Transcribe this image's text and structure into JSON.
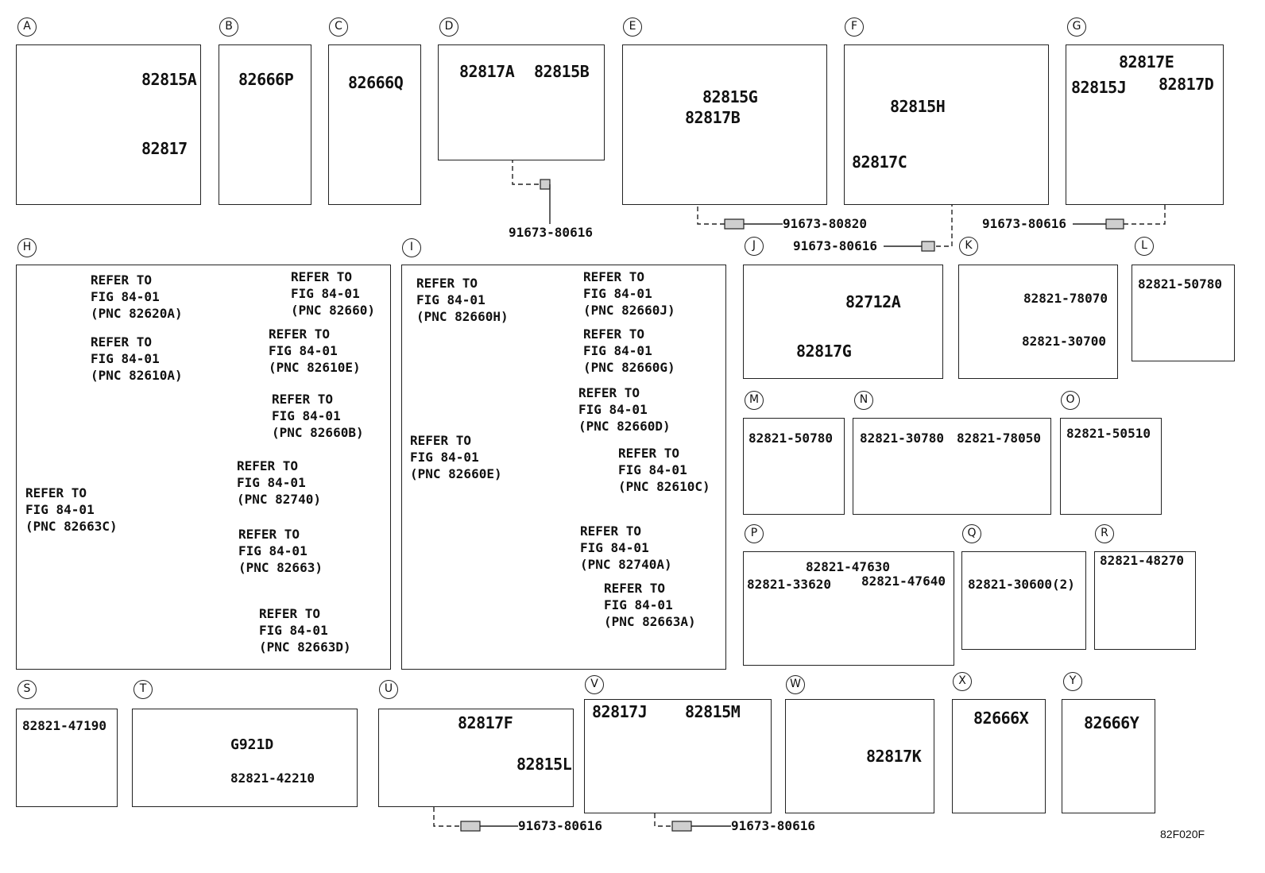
{
  "diagram_code": "82F020F",
  "sections": {
    "A": {
      "letter": "A",
      "parts": [
        "82815A",
        "82817"
      ]
    },
    "B": {
      "letter": "B",
      "parts": [
        "82666P"
      ]
    },
    "C": {
      "letter": "C",
      "parts": [
        "82666Q"
      ]
    },
    "D": {
      "letter": "D",
      "parts": [
        "82817A",
        "82815B"
      ],
      "bolt": "91673-80616"
    },
    "E": {
      "letter": "E",
      "parts": [
        "82815G",
        "82817B"
      ],
      "bolt": "91673-80820"
    },
    "F": {
      "letter": "F",
      "parts": [
        "82815H",
        "82817C"
      ],
      "bolt": "91673-80616"
    },
    "G": {
      "letter": "G",
      "parts": [
        "82817E",
        "82815J",
        "82817D"
      ],
      "bolt": "91673-80616"
    },
    "H": {
      "letter": "H",
      "refs": [
        "REFER TO\nFIG 84-01\n(PNC 82620A)",
        "REFER TO\nFIG 84-01\n(PNC 82660)",
        "REFER TO\nFIG 84-01\n(PNC 82610A)",
        "REFER TO\nFIG 84-01\n(PNC 82610E)",
        "REFER TO\nFIG 84-01\n(PNC 82660B)",
        "REFER TO\nFIG 84-01\n(PNC 82740)",
        "REFER TO\nFIG 84-01\n(PNC 82663C)",
        "REFER TO\nFIG 84-01\n(PNC 82663)",
        "REFER TO\nFIG 84-01\n(PNC 82663D)"
      ]
    },
    "I": {
      "letter": "I",
      "refs": [
        "REFER TO\nFIG 84-01\n(PNC 82660H)",
        "REFER TO\nFIG 84-01\n(PNC 82660J)",
        "REFER TO\nFIG 84-01\n(PNC 82660G)",
        "REFER TO\nFIG 84-01\n(PNC 82660D)",
        "REFER TO\nFIG 84-01\n(PNC 82660E)",
        "REFER TO\nFIG 84-01\n(PNC 82610C)",
        "REFER TO\nFIG 84-01\n(PNC 82740A)",
        "REFER TO\nFIG 84-01\n(PNC 82663A)"
      ]
    },
    "J": {
      "letter": "J",
      "parts": [
        "82712A",
        "82817G"
      ]
    },
    "K": {
      "letter": "K",
      "parts": [
        "82821-78070",
        "82821-30700"
      ]
    },
    "L": {
      "letter": "L",
      "parts": [
        "82821-50780"
      ]
    },
    "M": {
      "letter": "M",
      "parts": [
        "82821-50780"
      ]
    },
    "N": {
      "letter": "N",
      "parts": [
        "82821-30780",
        "82821-78050"
      ]
    },
    "O": {
      "letter": "O",
      "parts": [
        "82821-50510"
      ]
    },
    "P": {
      "letter": "P",
      "parts": [
        "82821-47630",
        "82821-33620",
        "82821-47640"
      ]
    },
    "Q": {
      "letter": "Q",
      "parts": [
        "82821-30600(2)"
      ]
    },
    "R": {
      "letter": "R",
      "parts": [
        "82821-48270"
      ]
    },
    "S": {
      "letter": "S",
      "parts": [
        "82821-47190"
      ]
    },
    "T": {
      "letter": "T",
      "parts": [
        "G921D",
        "82821-42210"
      ]
    },
    "U": {
      "letter": "U",
      "parts": [
        "82817F",
        "82815L"
      ],
      "bolt": "91673-80616"
    },
    "V": {
      "letter": "V",
      "parts": [
        "82817J",
        "82815M"
      ],
      "bolt": "91673-80616"
    },
    "W": {
      "letter": "W",
      "parts": [
        "82817K"
      ]
    },
    "X": {
      "letter": "X",
      "parts": [
        "82666X"
      ]
    },
    "Y": {
      "letter": "Y",
      "parts": [
        "82666Y"
      ]
    }
  }
}
